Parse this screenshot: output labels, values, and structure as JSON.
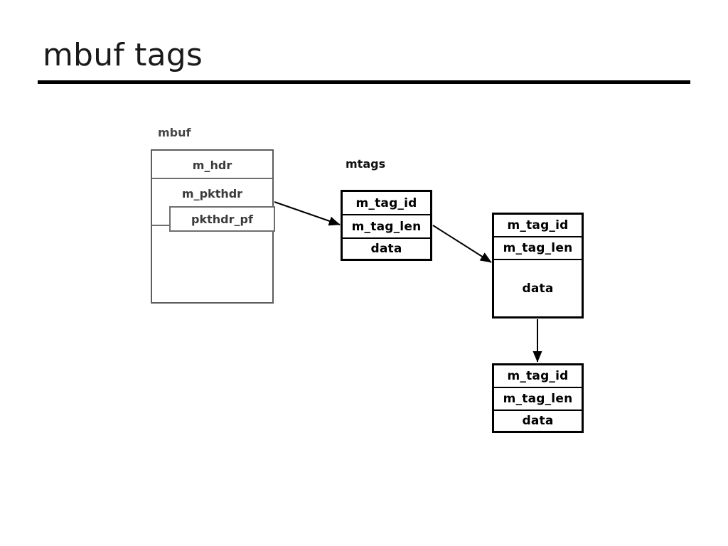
{
  "slide": {
    "title": "mbuf tags"
  },
  "diagram": {
    "captions": {
      "mbuf": "mbuf",
      "mtags": "mtags"
    },
    "mbuf_struct": {
      "rows": [
        {
          "label": "m_hdr"
        },
        {
          "label": "m_pkthdr"
        },
        {
          "label": ""
        }
      ],
      "nested": {
        "label": "pkthdr_pf"
      }
    },
    "mtags": [
      {
        "name": "mtag-first",
        "fields": [
          {
            "label": "m_tag_id"
          },
          {
            "label": "m_tag_len"
          },
          {
            "label": "data"
          }
        ]
      },
      {
        "name": "mtag-second",
        "fields": [
          {
            "label": "m_tag_id"
          },
          {
            "label": "m_tag_len"
          },
          {
            "label": "data"
          }
        ]
      },
      {
        "name": "mtag-third",
        "fields": [
          {
            "label": "m_tag_id"
          },
          {
            "label": "m_tag_len"
          },
          {
            "label": "data"
          }
        ]
      }
    ],
    "connectors": [
      {
        "name": "mbuf-to-mtag1",
        "from": "m_pkthdr",
        "to": "mtag-first"
      },
      {
        "name": "mtag1-to-mtag2",
        "from": "mtag-first",
        "to": "mtag-second"
      },
      {
        "name": "mtag2-to-mtag3",
        "from": "mtag-second",
        "to": "mtag-third"
      }
    ]
  },
  "colors": {
    "background": "#ffffff",
    "title_text": "#1a1a1a",
    "rule": "#000000",
    "mbuf_border": "#5d5d5d",
    "mbuf_text": "#3b3b3b",
    "mtag_border": "#000000",
    "mtag_text": "#000000",
    "arrow": "#000000"
  }
}
